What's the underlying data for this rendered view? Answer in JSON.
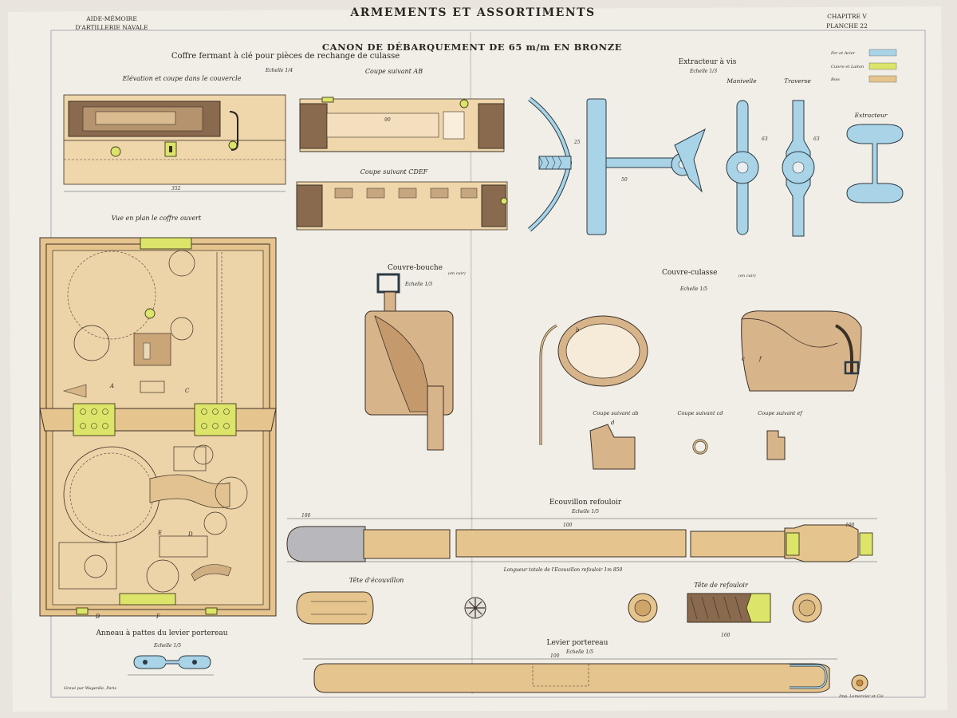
{
  "header": {
    "title": "ARMEMENTS ET ASSORTIMENTS",
    "left_line1": "AIDE-MÉMOIRE",
    "left_line2": "D'ARTILLERIE NAVALE",
    "right_line1": "CHAPITRE V",
    "right_line2": "PLANCHE 22",
    "subtitle": "CANON DE DÉBARQUEMENT DE 65 m/m EN BRONZE"
  },
  "legend": {
    "items": [
      {
        "label": "Fer et Acier",
        "color": "#a9d3e6"
      },
      {
        "label": "Cuivre et Laiton",
        "color": "#dce46a"
      },
      {
        "label": "Bois",
        "color": "#e6c48e"
      }
    ]
  },
  "coffre": {
    "title": "Coffre fermant à clé pour pièces de rechange de culasse",
    "scale": "Echelle 1/4",
    "elevation_label": "Elévation et coupe dans le couvercle",
    "coupe_ab_label": "Coupe suivant AB",
    "coupe_cdef_label": "Coupe suivant CDEF",
    "plan_label": "Vue en plan le coffre ouvert",
    "letters": {
      "a": "A",
      "b": "B",
      "c": "C",
      "d": "D",
      "e": "E",
      "f": "F"
    }
  },
  "extracteur": {
    "title": "Extracteur à vis",
    "scale": "Echelle 1/3",
    "manivelle": "Manivelle",
    "traverse": "Traverse",
    "extracteur": "Extracteur"
  },
  "couvre_bouche": {
    "title": "Couvre-bouche",
    "note": "(en cuir)",
    "scale": "Echelle 1/3"
  },
  "couvre_culasse": {
    "title": "Couvre-culasse",
    "note": "(en cuir)",
    "scale": "Echelle 1/5",
    "coupe_ab": "Coupe suivant ab",
    "coupe_cd": "Coupe suivant cd",
    "coupe_ef": "Coupe suivant ef",
    "letters": {
      "b": "b",
      "c": "c",
      "d": "d",
      "f": "f"
    }
  },
  "ecouvillon": {
    "title": "Ecouvillon refouloir",
    "scale": "Echelle 1/5",
    "total_length": "Longueur totale de l'Ecouvillon refouloir 1m 850",
    "tete_ecouvillon": "Tête d'écouvillon",
    "tete_refouloir": "Tête de refouloir"
  },
  "anneau": {
    "title": "Anneau à pattes du levier portereau",
    "scale": "Echelle 1/5"
  },
  "levier": {
    "title": "Levier portereau",
    "scale": "Echelle 1/5"
  },
  "footer": {
    "left": "Gravé par Wagenlle, Paris",
    "right": "Imp. Lemercier et Cie"
  }
}
